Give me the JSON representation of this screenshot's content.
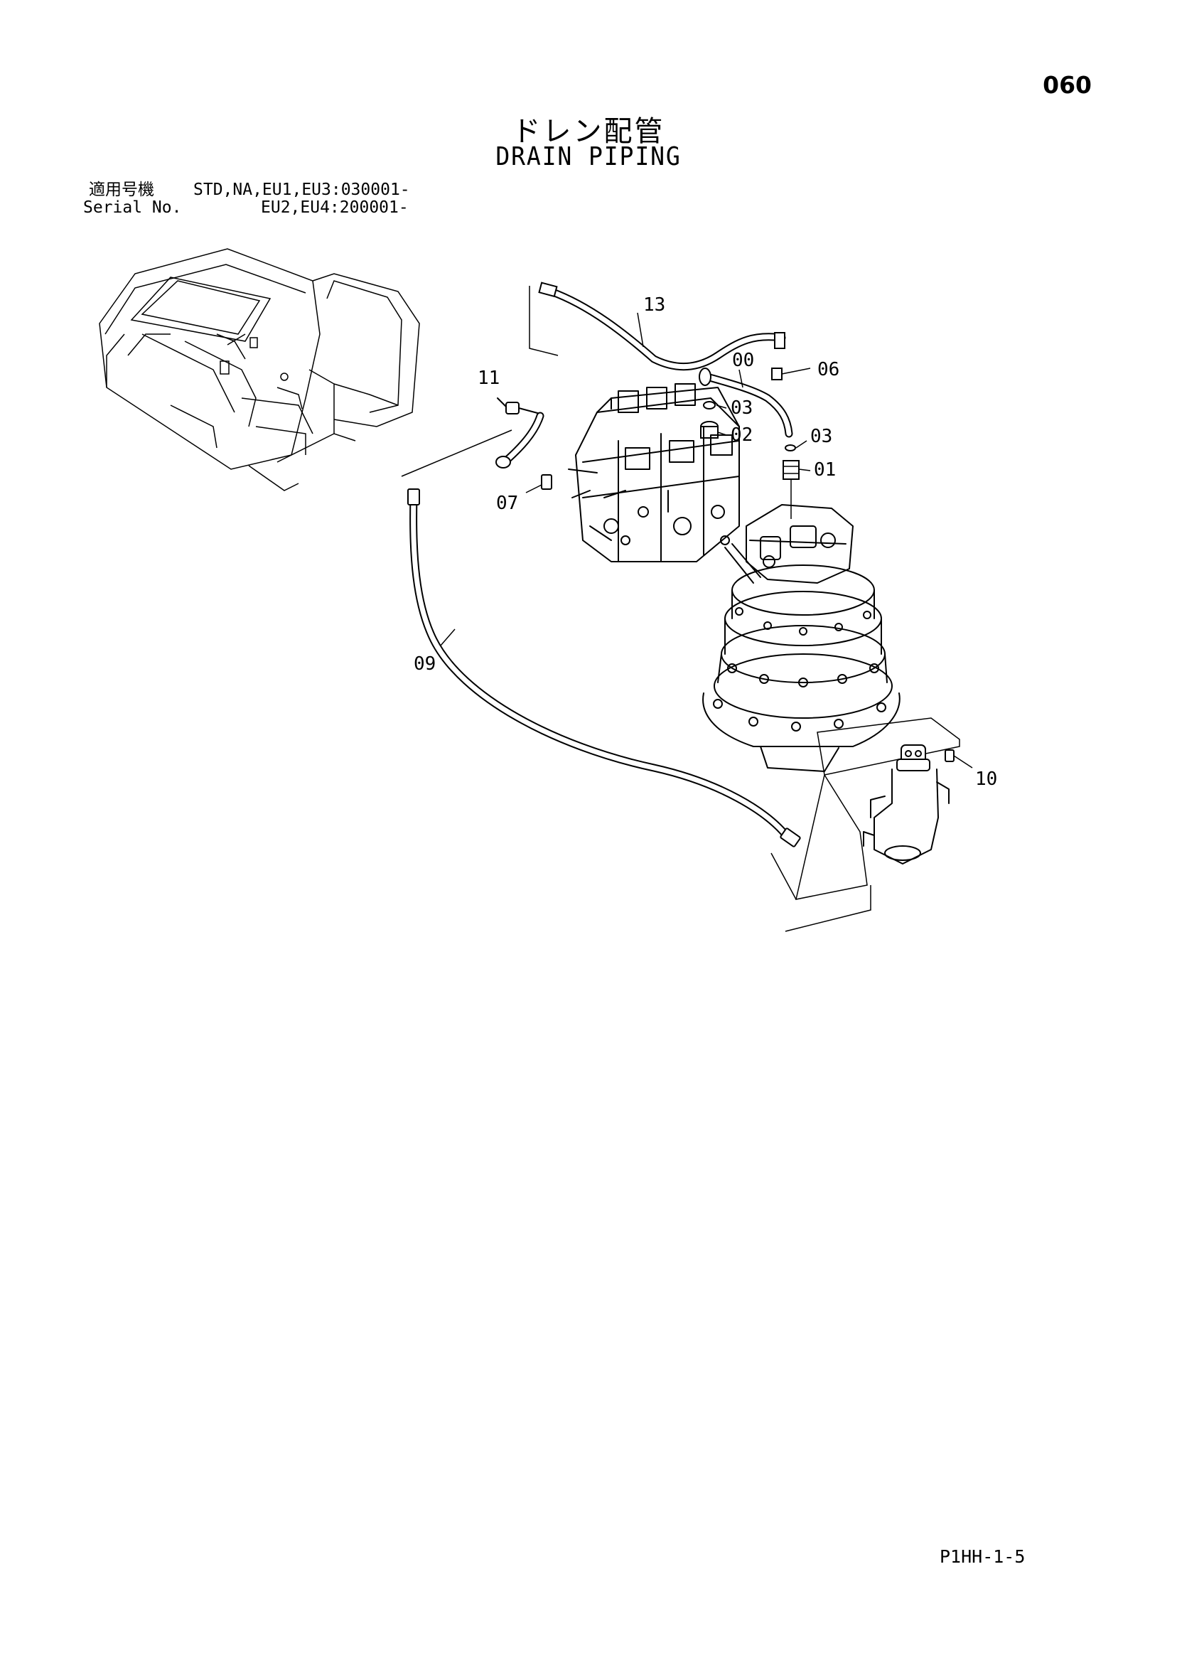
{
  "page_number": "060",
  "title_jp": "ドレン配管",
  "title_en": "DRAIN PIPING",
  "serial": {
    "label_jp": "適用号機",
    "label_en": "Serial No.",
    "line1": "STD,NA,EU1,EU3:030001-",
    "line2": "EU2,EU4:200001-"
  },
  "callouts": [
    {
      "id": "13",
      "text": "13"
    },
    {
      "id": "00",
      "text": "00"
    },
    {
      "id": "06",
      "text": "06"
    },
    {
      "id": "11",
      "text": "11"
    },
    {
      "id": "03a",
      "text": "03"
    },
    {
      "id": "02",
      "text": "02"
    },
    {
      "id": "03b",
      "text": "03"
    },
    {
      "id": "01",
      "text": "01"
    },
    {
      "id": "07",
      "text": "07"
    },
    {
      "id": "09",
      "text": "09"
    },
    {
      "id": "10",
      "text": "10"
    }
  ],
  "doc_code": "P1HH-1-5"
}
